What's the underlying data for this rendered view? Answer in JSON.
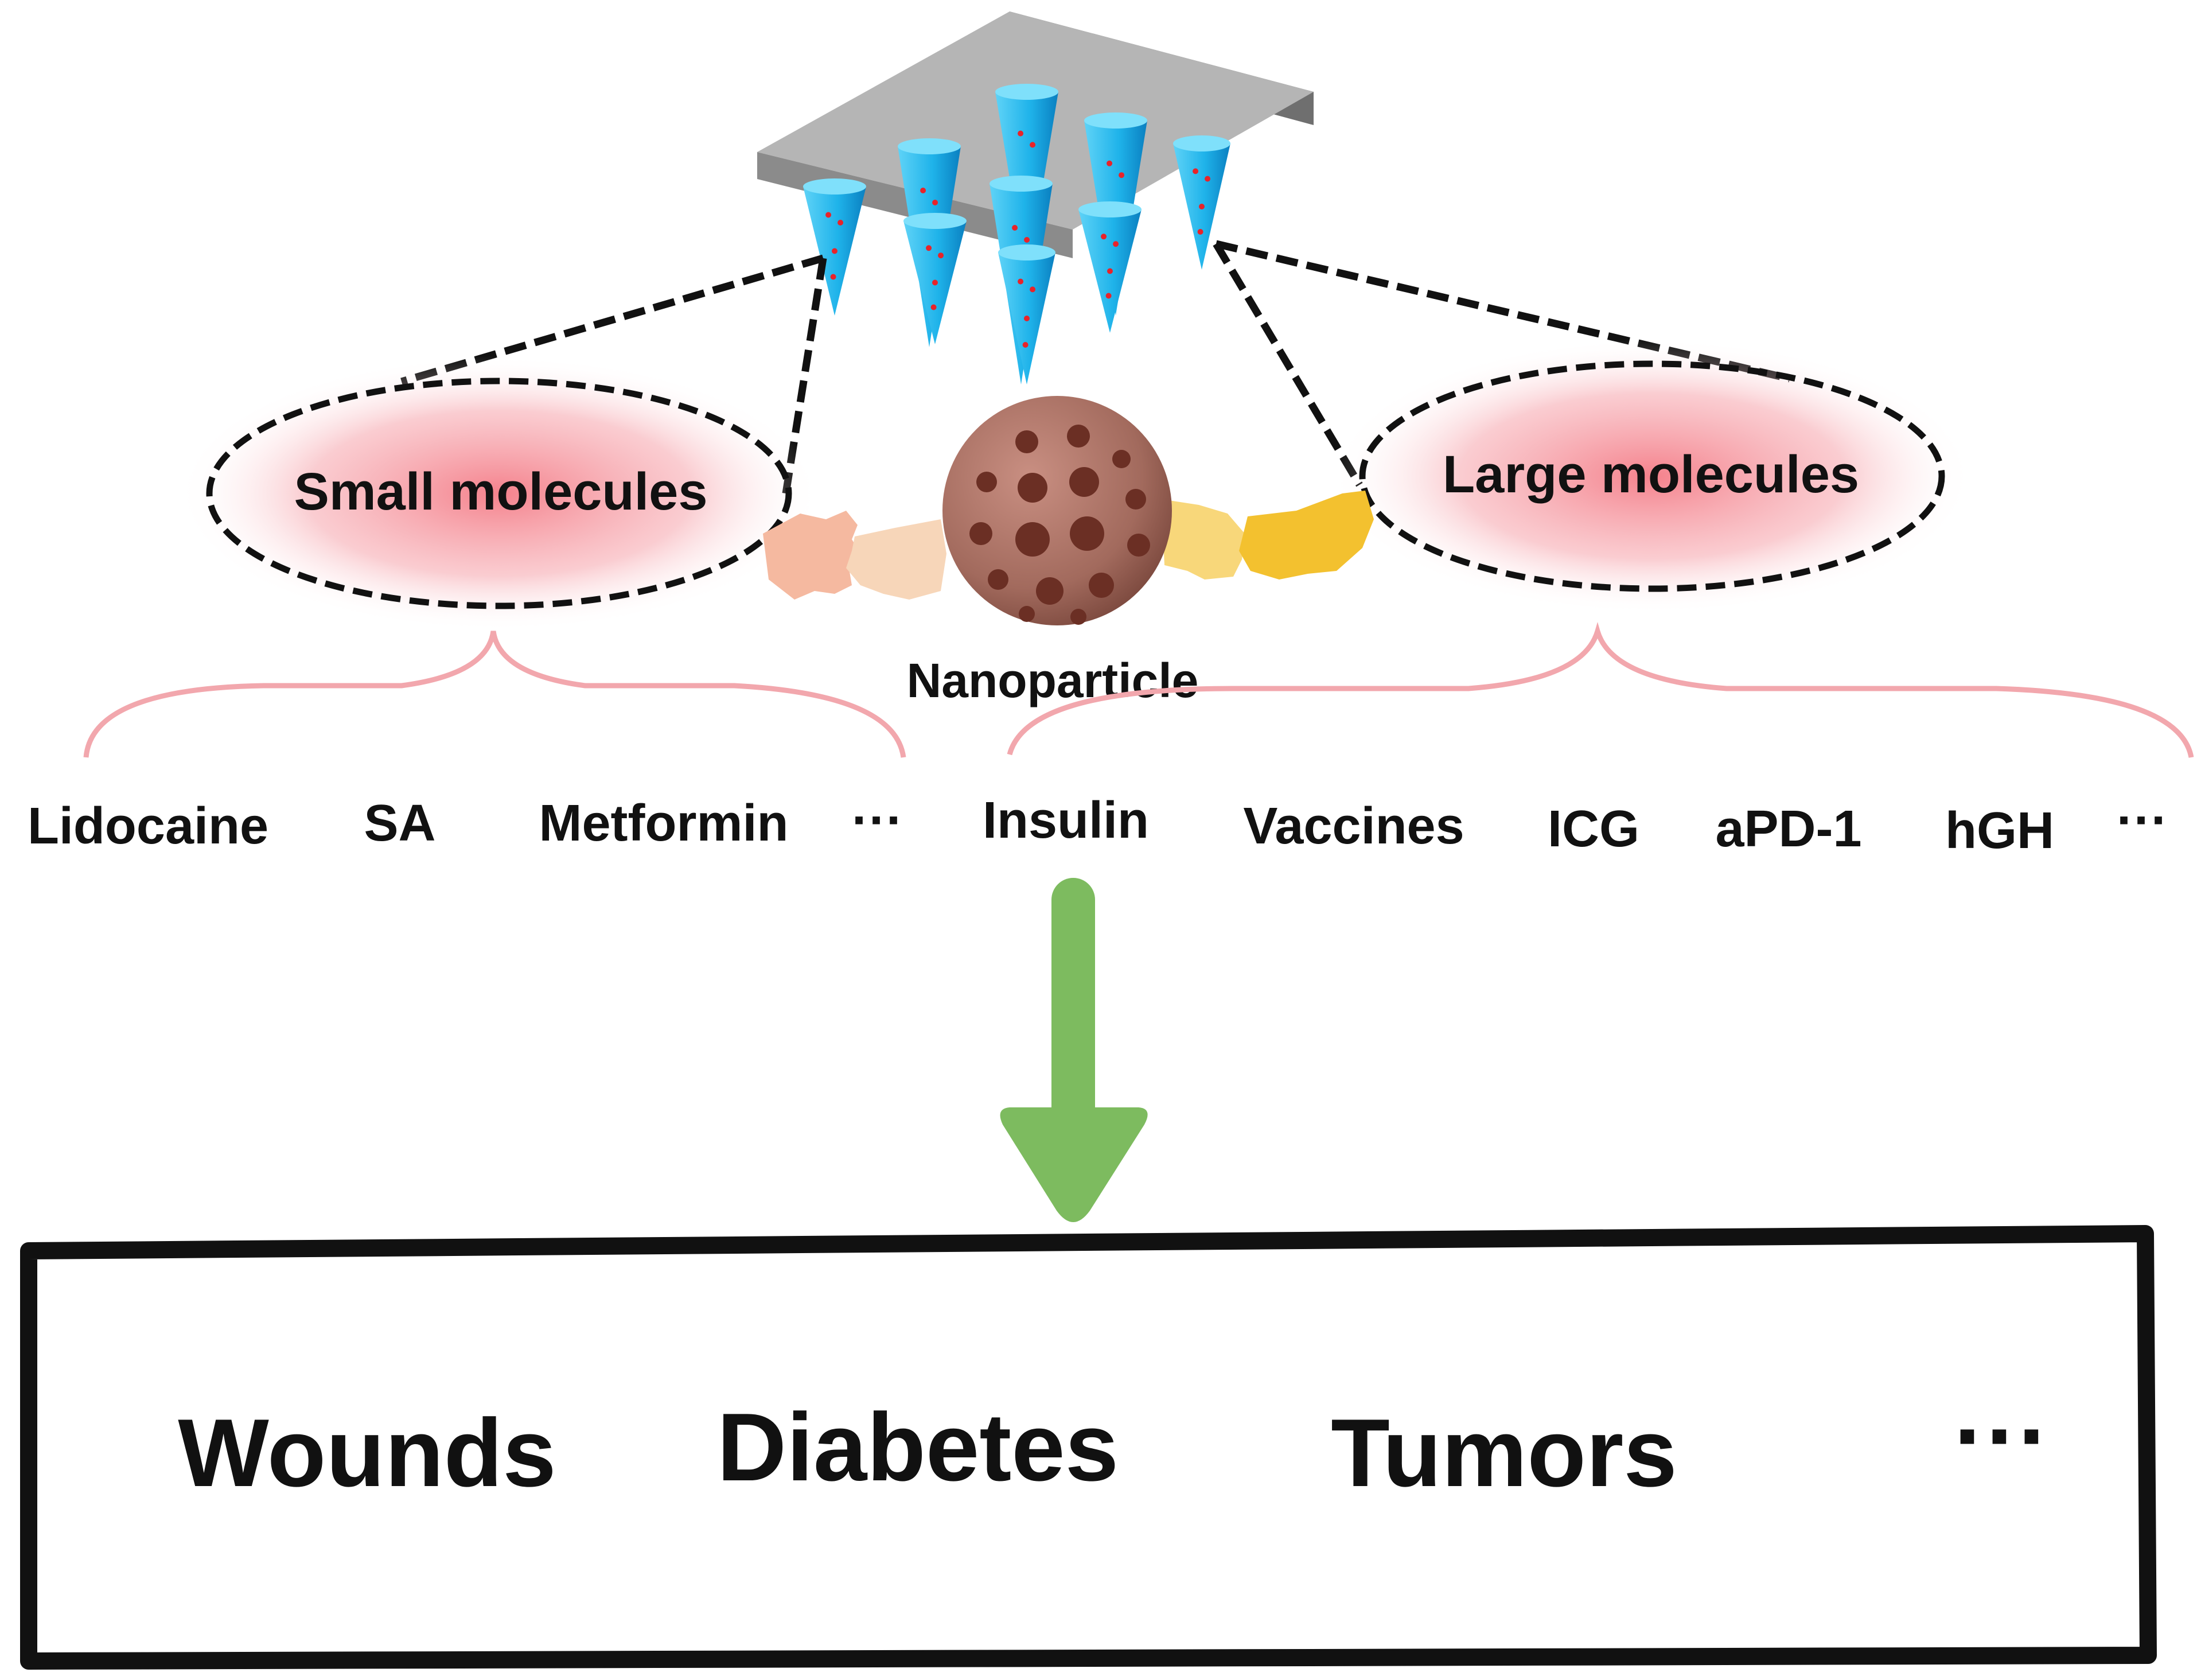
{
  "labels": {
    "small_group": "Small molecules",
    "large_group": "Large molecules",
    "carrier": "Nanoparticle"
  },
  "small_molecules": [
    "Lidocaine",
    "SA",
    "Metformin",
    "···"
  ],
  "large_molecules": [
    "Insulin",
    "Vaccines",
    "ICG",
    "aPD-1",
    "hGH",
    "···"
  ],
  "applications": [
    "Wounds",
    "Diabetes",
    "Tumors",
    "···"
  ],
  "colors": {
    "needle": "#1fb3ea",
    "needle_dot": "#e8232a",
    "patch_base": "#b5b5b5",
    "patch_side": "#6f6f6f",
    "halo": "#f4a0a8",
    "brace": "#f2a7ad",
    "arrow": "#7dbb5f",
    "nanoparticle": "#a26a5d",
    "pore": "#6b2f24",
    "hand_left": "#f5b9a0",
    "hand_right": "#f3c12f",
    "outline": "#111111"
  },
  "icons": [
    "microneedle-patch-icon",
    "nanoparticle-icon",
    "handshake-icon",
    "down-arrow-icon"
  ]
}
